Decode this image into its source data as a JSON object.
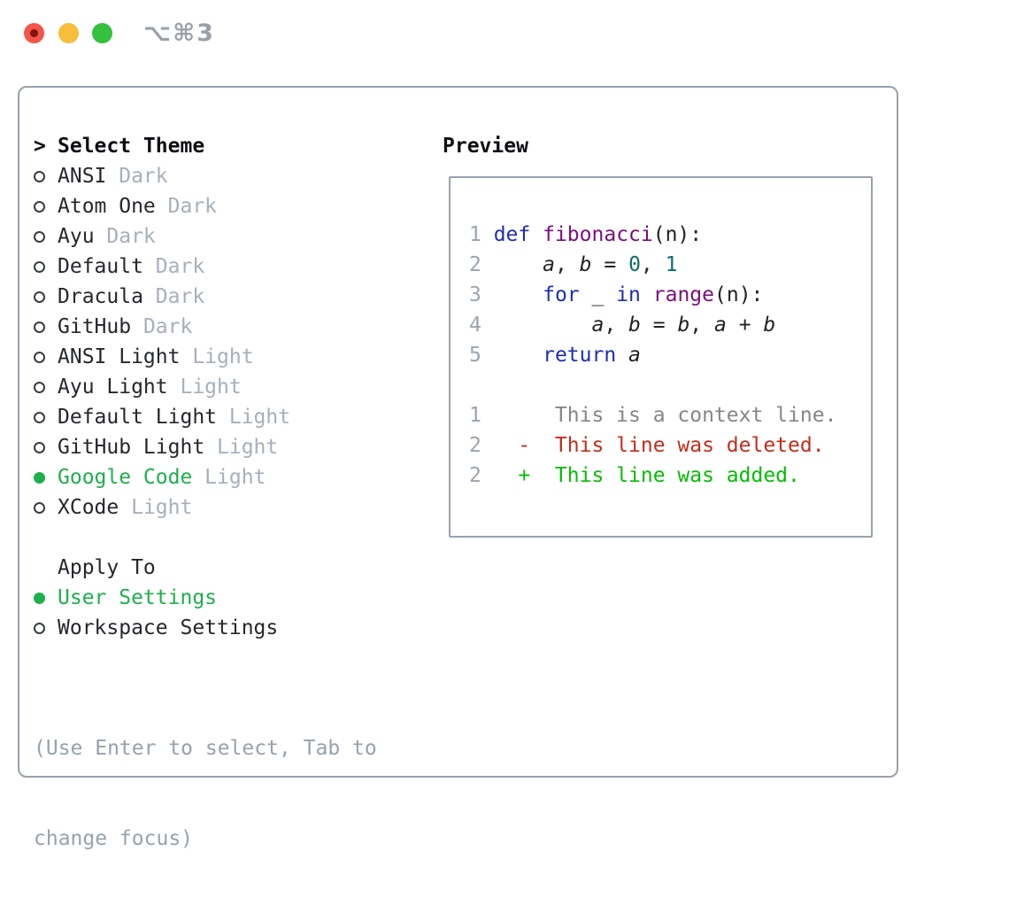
{
  "window": {
    "title": "⌥⌘3"
  },
  "colors": {
    "tl-red": "#f4544a",
    "tl-red-dot": "#7e150b",
    "tl-yellow": "#f7bd3b",
    "tl-green": "#33c13f",
    "titlebar-text": "#99a0a9",
    "border": "#99a1ac",
    "header-text": "#0d0e12",
    "item-text": "#25272d",
    "variant-text": "#a7afbb",
    "hint-text": "#98a1ad",
    "ring": "#3a3d44",
    "green": "#1db04b",
    "lineno": "#9ba4b0",
    "code": "#202227",
    "kw": "#1e2eae",
    "fn": "#7c0e7c",
    "numlit": "#0d6e6e",
    "ctx": "#868686",
    "del": "#c52d1a",
    "add": "#04bd04"
  },
  "theme_picker": {
    "prompt": ">",
    "header": "Select Theme",
    "items": [
      {
        "name": "ANSI",
        "variant": "Dark",
        "selected": false
      },
      {
        "name": "Atom One",
        "variant": "Dark",
        "selected": false
      },
      {
        "name": "Ayu",
        "variant": "Dark",
        "selected": false
      },
      {
        "name": "Default",
        "variant": "Dark",
        "selected": false
      },
      {
        "name": "Dracula",
        "variant": "Dark",
        "selected": false
      },
      {
        "name": "GitHub",
        "variant": "Dark",
        "selected": false
      },
      {
        "name": "ANSI Light",
        "variant": "Light",
        "selected": false
      },
      {
        "name": "Ayu Light",
        "variant": "Light",
        "selected": false
      },
      {
        "name": "Default Light",
        "variant": "Light",
        "selected": false
      },
      {
        "name": "GitHub Light",
        "variant": "Light",
        "selected": false
      },
      {
        "name": "Google Code",
        "variant": "Light",
        "selected": true
      },
      {
        "name": "XCode",
        "variant": "Light",
        "selected": false
      }
    ]
  },
  "apply_to": {
    "label": "Apply To",
    "options": [
      {
        "name": "User Settings",
        "selected": true
      },
      {
        "name": "Workspace Settings",
        "selected": false
      }
    ]
  },
  "hint": {
    "line1": "(Use Enter to select, Tab to",
    "line2": "change focus)"
  },
  "preview": {
    "label": "Preview",
    "lines": [
      {
        "num": "1",
        "tokens": [
          [
            "plain",
            " "
          ],
          [
            "kw",
            "def"
          ],
          [
            "plain",
            " "
          ],
          [
            "fn",
            "fibonacci"
          ],
          [
            "plain",
            "(n):"
          ]
        ]
      },
      {
        "num": "2",
        "tokens": [
          [
            "plain",
            "     "
          ],
          [
            "var",
            "a"
          ],
          [
            "plain",
            ", "
          ],
          [
            "var",
            "b"
          ],
          [
            "plain",
            " = "
          ],
          [
            "num",
            "0"
          ],
          [
            "plain",
            ", "
          ],
          [
            "num",
            "1"
          ]
        ]
      },
      {
        "num": "3",
        "tokens": [
          [
            "plain",
            "     "
          ],
          [
            "kw",
            "for"
          ],
          [
            "plain",
            " _ "
          ],
          [
            "kw",
            "in"
          ],
          [
            "plain",
            " "
          ],
          [
            "fn",
            "range"
          ],
          [
            "plain",
            "(n):"
          ]
        ]
      },
      {
        "num": "4",
        "tokens": [
          [
            "plain",
            "         "
          ],
          [
            "var",
            "a"
          ],
          [
            "plain",
            ", "
          ],
          [
            "var",
            "b"
          ],
          [
            "plain",
            " = "
          ],
          [
            "var",
            "b"
          ],
          [
            "plain",
            ", "
          ],
          [
            "var",
            "a"
          ],
          [
            "plain",
            " + "
          ],
          [
            "var",
            "b"
          ]
        ]
      },
      {
        "num": "5",
        "tokens": [
          [
            "plain",
            "     "
          ],
          [
            "kw",
            "return"
          ],
          [
            "plain",
            " "
          ],
          [
            "var",
            "a"
          ]
        ]
      },
      {
        "num": "",
        "tokens": []
      },
      {
        "num": "1",
        "tokens": [
          [
            "ctx",
            "      This is a context line."
          ]
        ]
      },
      {
        "num": "2",
        "tokens": [
          [
            "plain",
            "   "
          ],
          [
            "del",
            "-  This line was deleted."
          ]
        ]
      },
      {
        "num": "2",
        "tokens": [
          [
            "plain",
            "   "
          ],
          [
            "add",
            "+  This line was added."
          ]
        ]
      }
    ]
  }
}
